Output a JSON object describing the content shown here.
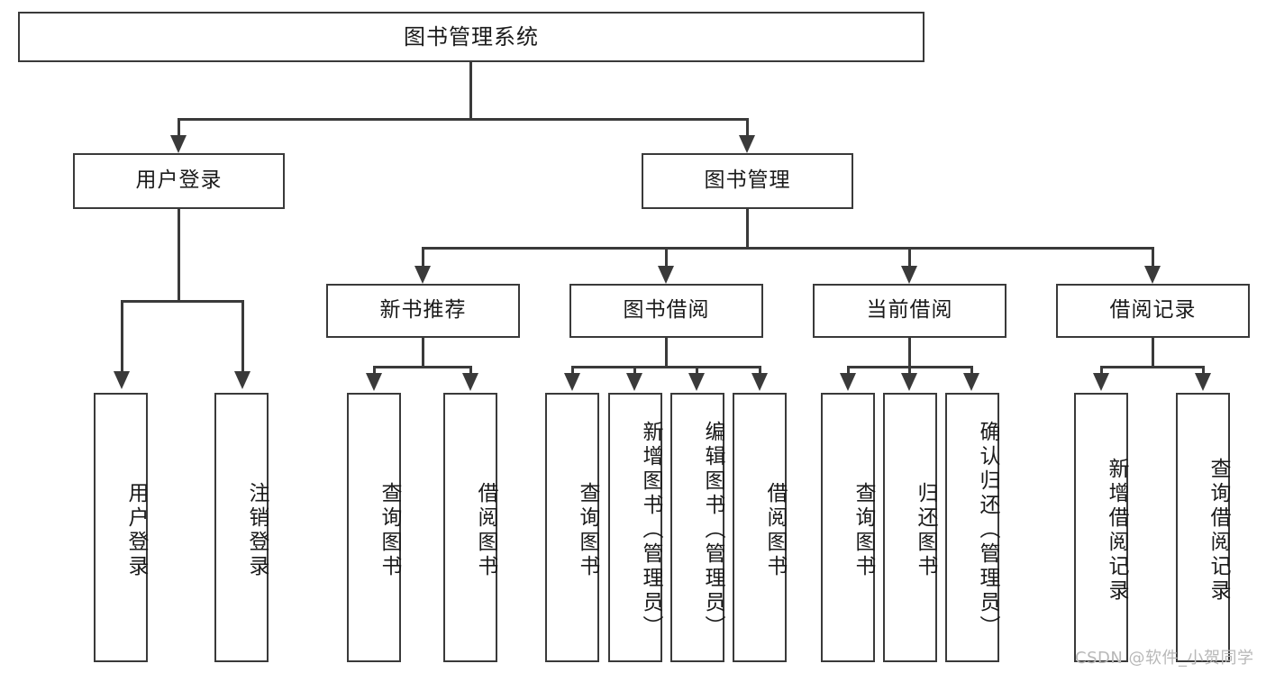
{
  "diagram": {
    "type": "tree-hierarchy-diagram",
    "title": "图书管理系统",
    "colors": {
      "stroke": "#3a3a3a",
      "fill": "#ffffff",
      "text": "#1a1a1a",
      "watermark": "#b8b8b8"
    },
    "levels": {
      "root": {
        "label": "图书管理系统"
      },
      "level2": [
        {
          "id": "user-login",
          "label": "用户登录"
        },
        {
          "id": "book-management",
          "label": "图书管理"
        }
      ],
      "level3": [
        {
          "id": "new-book-recommend",
          "label": "新书推荐"
        },
        {
          "id": "book-borrow",
          "label": "图书借阅"
        },
        {
          "id": "current-borrow",
          "label": "当前借阅"
        },
        {
          "id": "borrow-record",
          "label": "借阅记录"
        }
      ],
      "leaves": {
        "user_login": [
          {
            "id": "leaf-user-login",
            "label": "用户登录"
          },
          {
            "id": "leaf-logout-login",
            "label": "注销登录"
          }
        ],
        "new_book_recommend": [
          {
            "id": "leaf-query-book-1",
            "label": "查询图书"
          },
          {
            "id": "leaf-borrow-book-1",
            "label": "借阅图书"
          }
        ],
        "book_borrow": [
          {
            "id": "leaf-query-book-2",
            "label": "查询图书"
          },
          {
            "id": "leaf-add-book",
            "label": "新增图书（管理员）"
          },
          {
            "id": "leaf-edit-book",
            "label": "编辑图书（管理员）"
          },
          {
            "id": "leaf-borrow-book-2",
            "label": "借阅图书"
          }
        ],
        "current_borrow": [
          {
            "id": "leaf-query-book-3",
            "label": "查询图书"
          },
          {
            "id": "leaf-return-book",
            "label": "归还图书"
          },
          {
            "id": "leaf-confirm-return",
            "label": "确认归还（管理员）"
          }
        ],
        "borrow_record": [
          {
            "id": "leaf-add-record",
            "label": "新增借阅记录"
          },
          {
            "id": "leaf-query-record",
            "label": "查询借阅记录"
          }
        ]
      }
    }
  },
  "watermark": {
    "text": "CSDN @软件_小贺同学"
  }
}
